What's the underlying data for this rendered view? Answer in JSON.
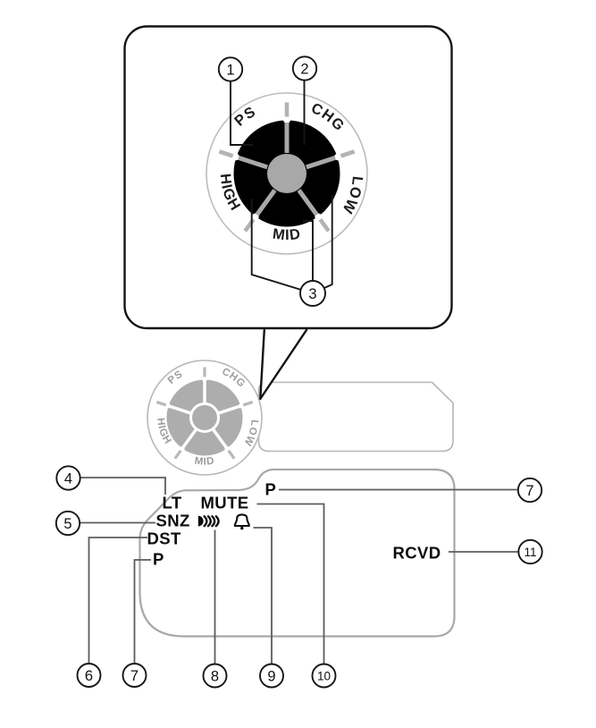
{
  "figure": {
    "dial": {
      "positions": {
        "ps": "PS",
        "chg": "CHG",
        "high": "HIGH",
        "mid": "MID",
        "low": "LOW"
      }
    },
    "callouts": {
      "n1": "1",
      "n2": "2",
      "n3": "3",
      "n4": "4",
      "n5": "5",
      "n6": "6",
      "n7": "7",
      "n8": "8",
      "n9": "9",
      "n10": "10",
      "n11": "11"
    },
    "display": {
      "p_top": "P",
      "lt": "LT",
      "mute": "MUTE",
      "snz": "SNZ",
      "dst": "DST",
      "p_left": "P",
      "rcvd": "RCVD"
    },
    "icons": {
      "snooze_sound": "snooze-sound-icon",
      "alarm_bell": "alarm-bell-icon"
    },
    "colors": {
      "outline_gray": "#a8a8a8",
      "dial_gray": "#adadad",
      "knob_black": "#000000",
      "text_black": "#0c0c0c",
      "leader_gray": "#5c5c5c",
      "leader_black": "#161616"
    }
  }
}
